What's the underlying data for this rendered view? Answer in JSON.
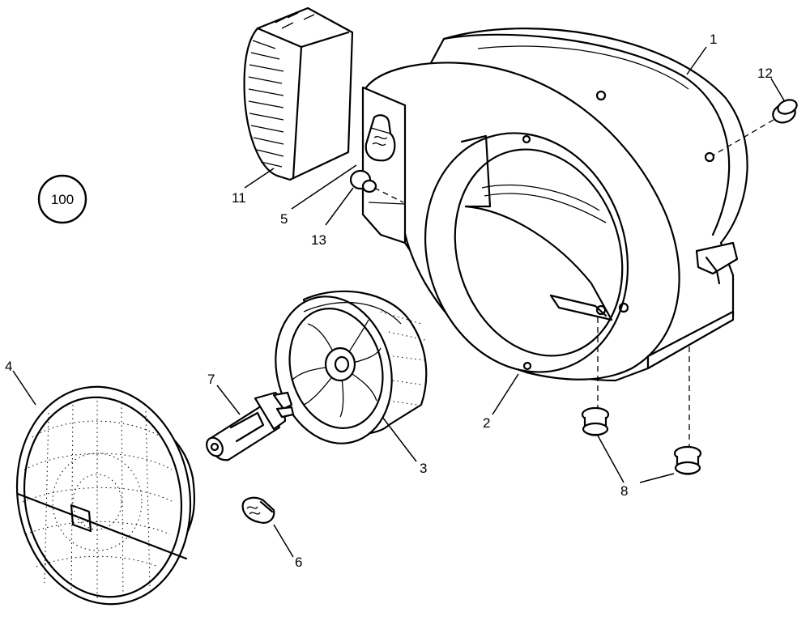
{
  "figure": {
    "badge": "100",
    "callouts": {
      "p1": "1",
      "p2": "2",
      "p3": "3",
      "p4": "4",
      "p5": "5",
      "p6": "6",
      "p7": "7",
      "p8": "8",
      "p11": "11",
      "p12": "12",
      "p13": "13"
    }
  },
  "colors": {
    "line": "#000000",
    "background": "#ffffff"
  },
  "icons": [
    "housing",
    "lamp-unit",
    "reflector",
    "bulb",
    "bulb-holder",
    "side-lamp",
    "grommet",
    "plug"
  ]
}
